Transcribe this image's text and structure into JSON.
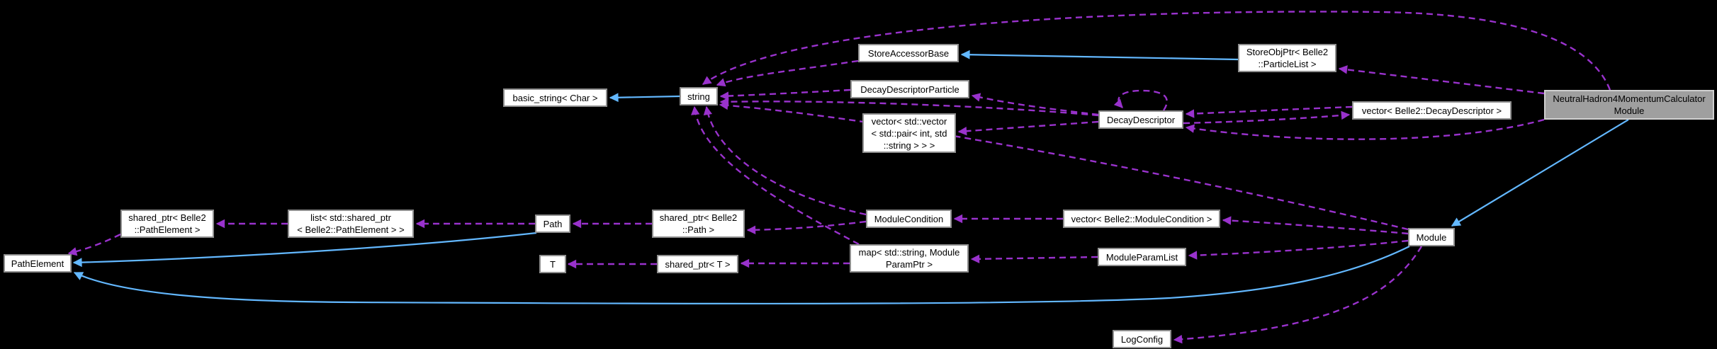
{
  "diagram": {
    "type": "doxygen-collaboration-graph",
    "background": "#000000",
    "colors": {
      "inheritance_edge": "#63b8ff",
      "usage_edge": "#9932cc",
      "node_fill": "#ffffff",
      "node_border": "#8f8f8f",
      "node_text": "#000000",
      "highlight_fill": "#9f9f9f",
      "highlight_border": "#d0d0d0"
    },
    "nodes": [
      {
        "id": "pathelement",
        "lines": [
          "PathElement"
        ],
        "highlighted": false
      },
      {
        "id": "shared_ptr_pathelement",
        "lines": [
          "shared_ptr< Belle2",
          "::PathElement >"
        ],
        "highlighted": false
      },
      {
        "id": "list_shared_ptr_pathelement",
        "lines": [
          "list< std::shared_ptr",
          "< Belle2::PathElement > >"
        ],
        "highlighted": false
      },
      {
        "id": "basic_string_char",
        "lines": [
          "basic_string< Char >"
        ],
        "highlighted": false
      },
      {
        "id": "path",
        "lines": [
          "Path"
        ],
        "highlighted": false
      },
      {
        "id": "t",
        "lines": [
          "T"
        ],
        "highlighted": false
      },
      {
        "id": "string",
        "lines": [
          "string"
        ],
        "highlighted": false
      },
      {
        "id": "shared_ptr_path",
        "lines": [
          "shared_ptr< Belle2",
          "::Path >"
        ],
        "highlighted": false
      },
      {
        "id": "shared_ptr_t",
        "lines": [
          "shared_ptr< T >"
        ],
        "highlighted": false
      },
      {
        "id": "storeaccessorbase",
        "lines": [
          "StoreAccessorBase"
        ],
        "highlighted": false
      },
      {
        "id": "decaydescriptorparticle",
        "lines": [
          "DecayDescriptorParticle"
        ],
        "highlighted": false
      },
      {
        "id": "vector_vector_pair",
        "lines": [
          "vector< std::vector",
          "< std::pair< int, std",
          "::string > > >"
        ],
        "highlighted": false
      },
      {
        "id": "modulecondition",
        "lines": [
          "ModuleCondition"
        ],
        "highlighted": false
      },
      {
        "id": "map_moduleparamptr",
        "lines": [
          "map< std::string, Module",
          "ParamPtr >"
        ],
        "highlighted": false
      },
      {
        "id": "decaydescriptor",
        "lines": [
          "DecayDescriptor"
        ],
        "highlighted": false
      },
      {
        "id": "vector_modulecondition",
        "lines": [
          "vector< Belle2::ModuleCondition >"
        ],
        "highlighted": false
      },
      {
        "id": "moduleparamlist",
        "lines": [
          "ModuleParamList"
        ],
        "highlighted": false
      },
      {
        "id": "logconfig",
        "lines": [
          "LogConfig"
        ],
        "highlighted": false
      },
      {
        "id": "storeobjptr_particlelist",
        "lines": [
          "StoreObjPtr< Belle2",
          "::ParticleList >"
        ],
        "highlighted": false
      },
      {
        "id": "vector_decaydescriptor",
        "lines": [
          "vector< Belle2::DecayDescriptor >"
        ],
        "highlighted": false
      },
      {
        "id": "module",
        "lines": [
          "Module"
        ],
        "highlighted": false
      },
      {
        "id": "neutralhadron",
        "lines": [
          "NeutralHadron4MomentumCalculator",
          "Module"
        ],
        "highlighted": true
      }
    ],
    "edges": [
      {
        "from": "string",
        "to": "basic_string_char",
        "type": "inheritance"
      },
      {
        "from": "storeobjptr_particlelist",
        "to": "storeaccessorbase",
        "type": "inheritance"
      },
      {
        "from": "path",
        "to": "pathelement",
        "type": "inheritance"
      },
      {
        "from": "module",
        "to": "pathelement",
        "type": "inheritance"
      },
      {
        "from": "neutralhadron",
        "to": "module",
        "type": "inheritance"
      },
      {
        "from": "storeaccessorbase",
        "to": "string",
        "type": "usage"
      },
      {
        "from": "decaydescriptorparticle",
        "to": "string",
        "type": "usage"
      },
      {
        "from": "decaydescriptor",
        "to": "string",
        "type": "usage"
      },
      {
        "from": "neutralhadron",
        "to": "string",
        "type": "usage"
      },
      {
        "from": "module",
        "to": "string",
        "type": "usage"
      },
      {
        "from": "modulecondition",
        "to": "string",
        "type": "usage"
      },
      {
        "from": "map_moduleparamptr",
        "to": "string",
        "type": "usage"
      },
      {
        "from": "decaydescriptor",
        "to": "decaydescriptor",
        "type": "usage"
      },
      {
        "from": "vector_decaydescriptor",
        "to": "decaydescriptor",
        "type": "usage"
      },
      {
        "from": "decaydescriptor",
        "to": "vector_decaydescriptor",
        "type": "usage"
      },
      {
        "from": "decaydescriptor",
        "to": "vector_vector_pair",
        "type": "usage"
      },
      {
        "from": "decaydescriptor",
        "to": "decaydescriptorparticle",
        "type": "usage"
      },
      {
        "from": "neutralhadron",
        "to": "storeobjptr_particlelist",
        "type": "usage"
      },
      {
        "from": "neutralhadron",
        "to": "decaydescriptor",
        "type": "usage"
      },
      {
        "from": "vector_modulecondition",
        "to": "modulecondition",
        "type": "usage"
      },
      {
        "from": "moduleparamlist",
        "to": "map_moduleparamptr",
        "type": "usage"
      },
      {
        "from": "modulecondition",
        "to": "shared_ptr_path",
        "type": "usage"
      },
      {
        "from": "module",
        "to": "vector_modulecondition",
        "type": "usage"
      },
      {
        "from": "module",
        "to": "moduleparamlist",
        "type": "usage"
      },
      {
        "from": "module",
        "to": "logconfig",
        "type": "usage"
      },
      {
        "from": "shared_ptr_path",
        "to": "path",
        "type": "usage"
      },
      {
        "from": "path",
        "to": "list_shared_ptr_pathelement",
        "type": "usage"
      },
      {
        "from": "list_shared_ptr_pathelement",
        "to": "shared_ptr_pathelement",
        "type": "usage"
      },
      {
        "from": "shared_ptr_pathelement",
        "to": "pathelement",
        "type": "usage"
      },
      {
        "from": "map_moduleparamptr",
        "to": "shared_ptr_t",
        "type": "usage"
      },
      {
        "from": "shared_ptr_t",
        "to": "t",
        "type": "usage"
      }
    ]
  }
}
